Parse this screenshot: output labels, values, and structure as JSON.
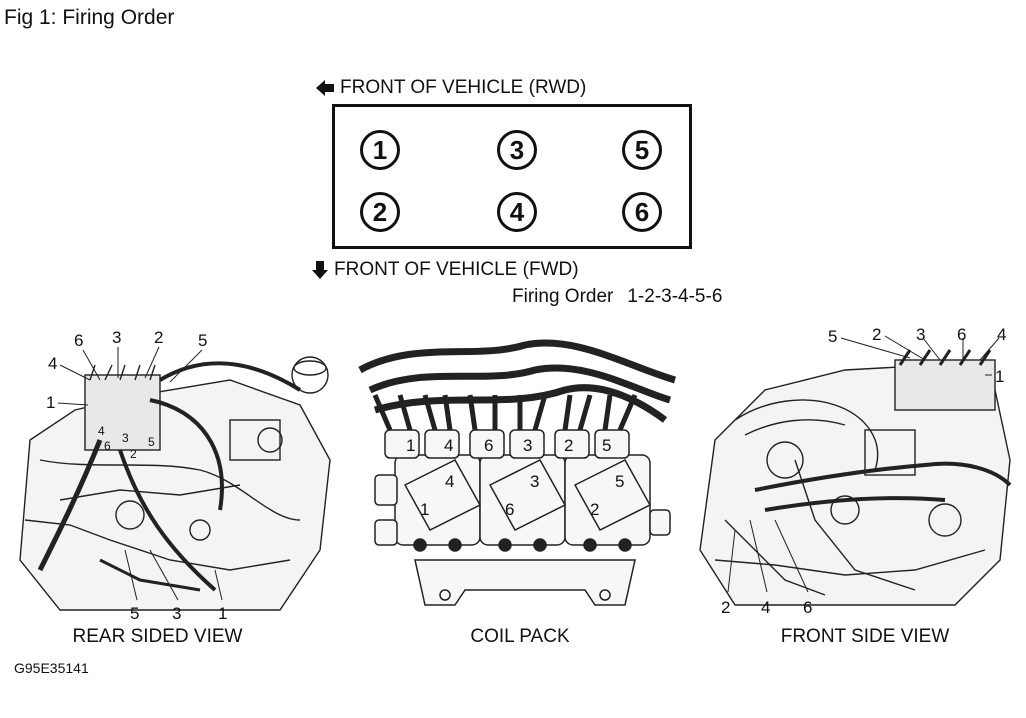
{
  "figure_title": "Fig 1: Firing Order",
  "rwd_label": "FRONT OF VEHICLE (RWD)",
  "fwd_label": "FRONT OF VEHICLE (FWD)",
  "firing_order_label": "Firing Order",
  "firing_order_value": "1-2-3-4-5-6",
  "cylinders": [
    "1",
    "3",
    "5",
    "2",
    "4",
    "6"
  ],
  "rear_view": {
    "caption": "REAR SIDED VIEW",
    "top_labels": [
      "6",
      "3",
      "2",
      "5",
      "4",
      "1"
    ],
    "bottom_labels": [
      "5",
      "3",
      "1"
    ],
    "inner_labels": [
      "4",
      "6",
      "3",
      "2",
      "5"
    ]
  },
  "coil_pack": {
    "caption": "COIL PACK",
    "tower_labels": [
      "1",
      "4",
      "6",
      "3",
      "2",
      "5"
    ],
    "coil_labels": [
      "4",
      "1",
      "3",
      "6",
      "5",
      "2"
    ]
  },
  "front_view": {
    "caption": "FRONT SIDE VIEW",
    "top_labels": [
      "5",
      "2",
      "3",
      "6",
      "4",
      "1"
    ],
    "bottom_labels": [
      "2",
      "4",
      "6"
    ]
  },
  "figure_code": "G95E35141"
}
